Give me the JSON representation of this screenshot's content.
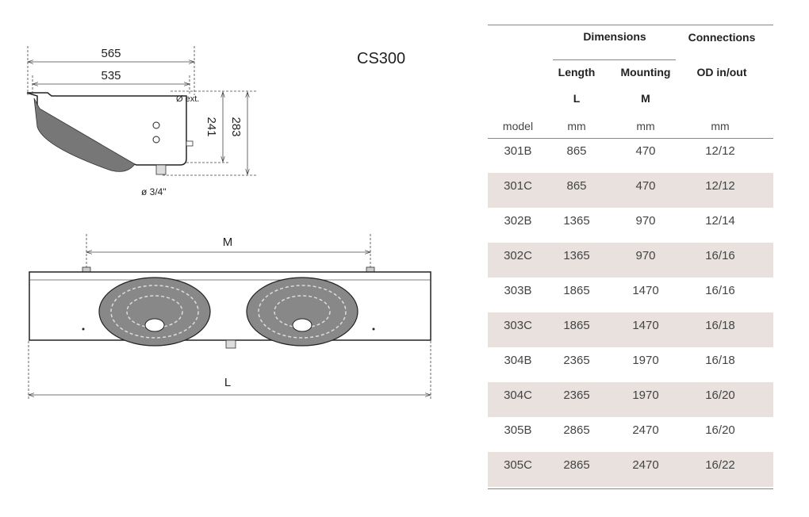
{
  "drawing": {
    "title": "CS300",
    "side_view": {
      "width_outer": "565",
      "width_inner": "535",
      "height_inner": "241",
      "height_outer": "283",
      "drain": "ø 3/4\"",
      "ext_label": "Ø ext."
    },
    "front_view": {
      "mounting_label": "M",
      "length_label": "L"
    }
  },
  "table": {
    "group_headers": {
      "dimensions": "Dimensions",
      "connections": "Connections"
    },
    "sub_headers": {
      "length": "Length",
      "length_sym": "L",
      "mounting": "Mounting",
      "mounting_sym": "M",
      "od": "OD in/out"
    },
    "units": {
      "model": "model",
      "length": "mm",
      "mounting": "mm",
      "od": "mm"
    },
    "rows": [
      {
        "model": "301B",
        "length": "865",
        "mounting": "470",
        "od": "12/12"
      },
      {
        "model": "301C",
        "length": "865",
        "mounting": "470",
        "od": "12/12"
      },
      {
        "model": "302B",
        "length": "1365",
        "mounting": "970",
        "od": "12/14"
      },
      {
        "model": "302C",
        "length": "1365",
        "mounting": "970",
        "od": "16/16"
      },
      {
        "model": "303B",
        "length": "1865",
        "mounting": "1470",
        "od": "16/16"
      },
      {
        "model": "303C",
        "length": "1865",
        "mounting": "1470",
        "od": "16/18"
      },
      {
        "model": "304B",
        "length": "2365",
        "mounting": "1970",
        "od": "16/18"
      },
      {
        "model": "304C",
        "length": "2365",
        "mounting": "1970",
        "od": "16/20"
      },
      {
        "model": "305B",
        "length": "2865",
        "mounting": "2470",
        "od": "16/20"
      },
      {
        "model": "305C",
        "length": "2865",
        "mounting": "2470",
        "od": "16/22"
      }
    ]
  }
}
